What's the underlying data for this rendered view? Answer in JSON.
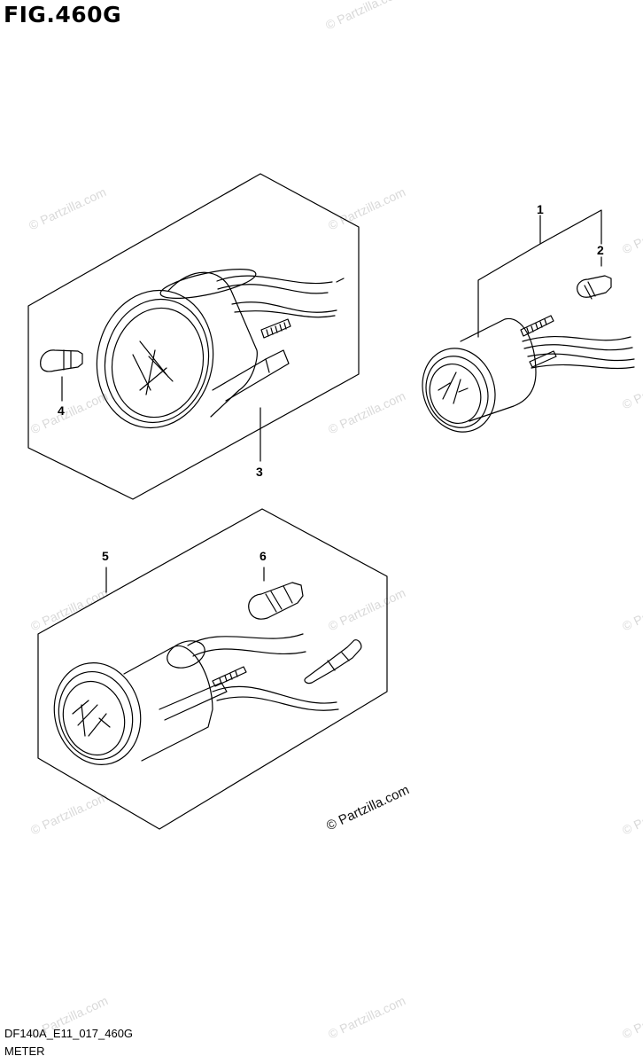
{
  "figure_title": "FIG.460G",
  "drawing_code": "DF140A_E11_017_460G",
  "caption": "METER",
  "watermark": "© Partzilla.com",
  "callouts": [
    "1",
    "2",
    "3",
    "4",
    "5",
    "6"
  ]
}
